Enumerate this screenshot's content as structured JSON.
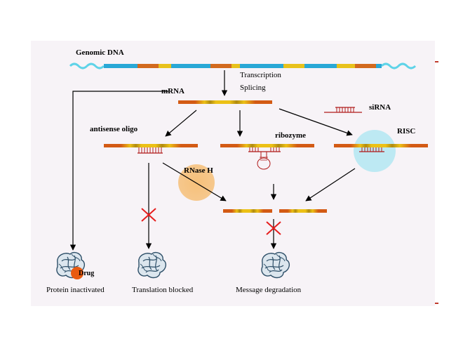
{
  "labels": {
    "genomic_dna": "Genomic DNA",
    "transcription": "Transcription",
    "splicing": "Splicing",
    "mrna": "mRNA",
    "sirna": "siRNA",
    "antisense_oligo": "antisense oligo",
    "ribozyme": "ribozyme",
    "risc": "RISC",
    "rnase_h": "RNase H",
    "drug": "Drug",
    "protein_inactivated": "Protein inactivated",
    "translation_blocked": "Translation blocked",
    "message_degradation": "Message degradation"
  },
  "colors": {
    "background_panel": "#f7f3f7",
    "dna_blue": "#29a8d6",
    "dna_orange": "#d2691e",
    "dna_yellow": "#e8c21c",
    "mrna_red": "#d35a14",
    "mrna_yellow": "#ecc116",
    "oligo_red": "#b01a1a",
    "x_mark": "#e61e1e",
    "rnase_glow": "#f6c07a",
    "risc_glow": "#bde9f3",
    "drug": "#e85a10",
    "protein": "#3a5f7a",
    "cyan_end": "#5ed3e8"
  }
}
